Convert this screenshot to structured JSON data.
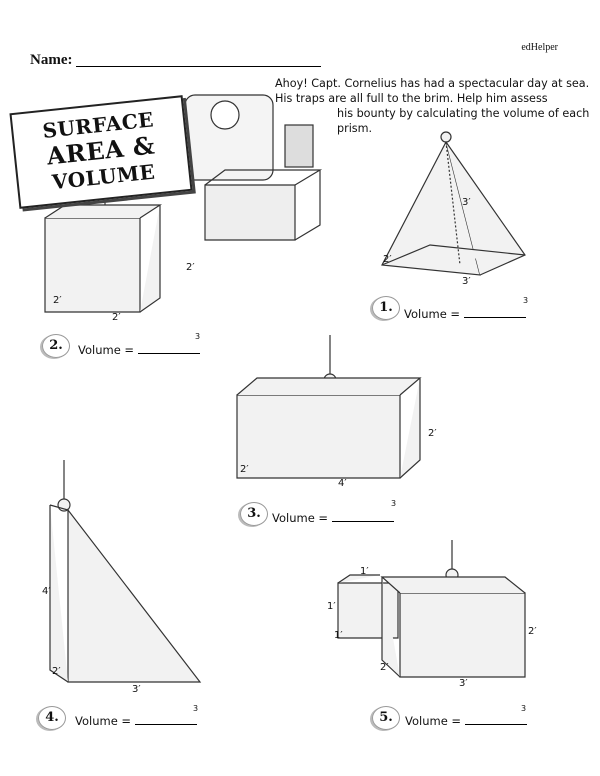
{
  "brand": "edHelper",
  "name_label": "Name:",
  "intro": {
    "line1": "Ahoy! Capt. Cornelius has had a spectacular day at sea. His traps are all full to the brim. Help him assess",
    "line2": "his bounty by calculating the volume of each prism."
  },
  "sign": {
    "line1": "SURFACE",
    "line2": "AREA &",
    "line3": "VOLUME"
  },
  "volume_label": "Volume =",
  "unit_exponent": "3",
  "problems": [
    {
      "number": "1.",
      "dims": [
        "3′",
        "2′",
        "3′"
      ]
    },
    {
      "number": "2.",
      "dims": [
        "2′",
        "2′",
        "2′"
      ]
    },
    {
      "number": "3.",
      "dims": [
        "2′",
        "2′",
        "4′"
      ]
    },
    {
      "number": "4.",
      "dims": [
        "4′",
        "2′",
        "3′"
      ]
    },
    {
      "number": "5.",
      "dims": [
        "1′",
        "1′",
        "1′",
        "2′",
        "2′",
        "3′"
      ]
    }
  ]
}
